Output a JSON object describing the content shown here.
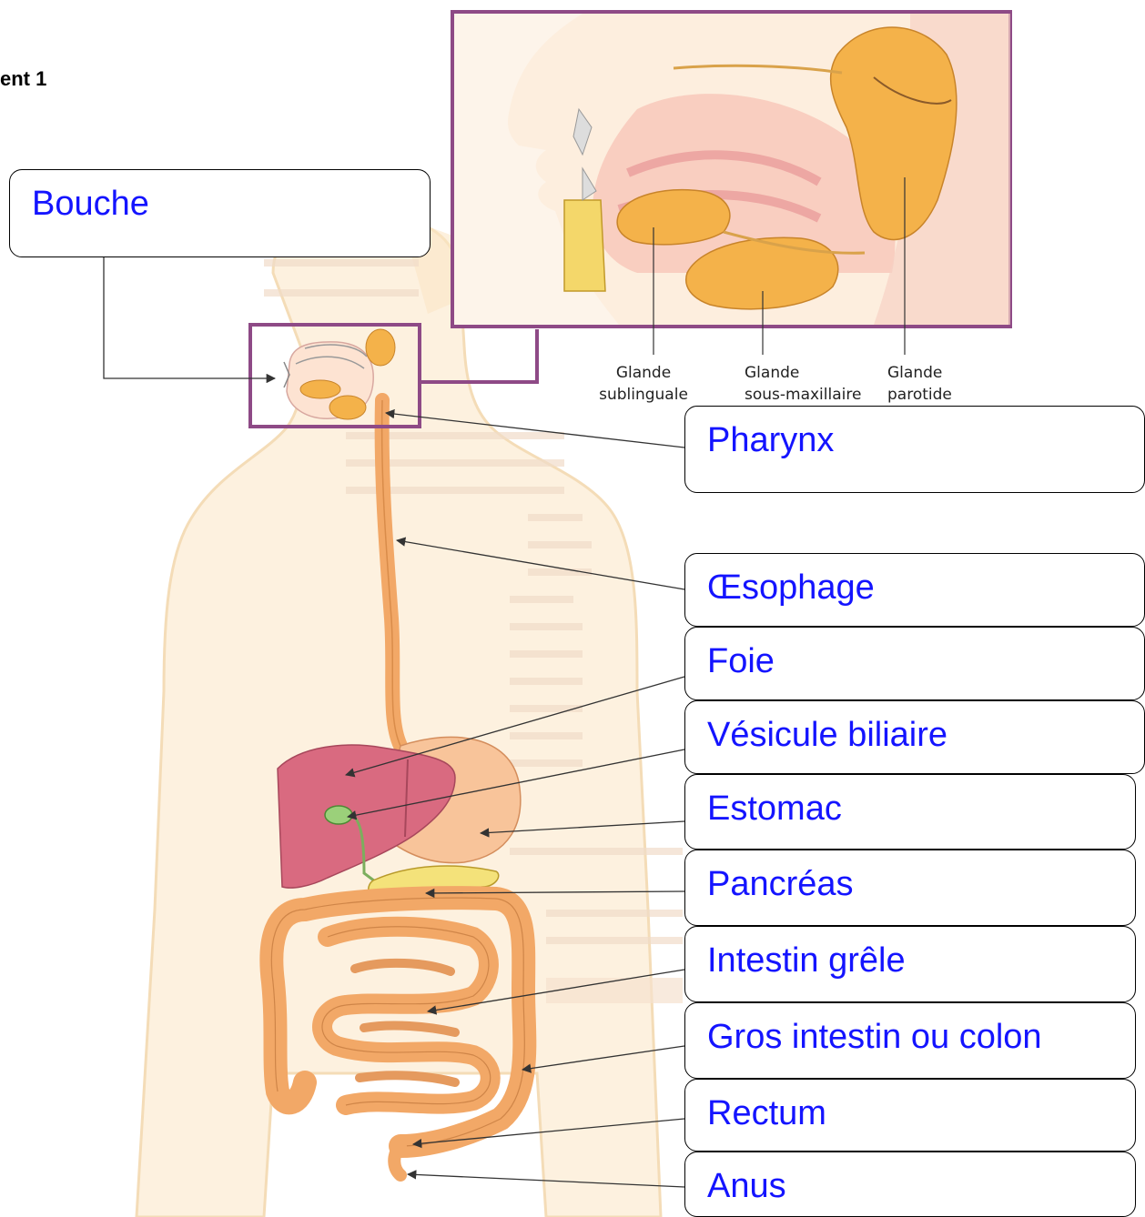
{
  "document_title": "ent 1",
  "labels": {
    "bouche": "Bouche",
    "pharynx": "Pharynx",
    "oesophage": "Œsophage",
    "foie": "Foie",
    "vesicule": "Vésicule biliaire",
    "estomac": "Estomac",
    "pancreas": "Pancréas",
    "intestin_grele": "Intestin grêle",
    "gros_intestin": "Gros intestin ou colon",
    "rectum": "Rectum",
    "anus": "Anus"
  },
  "glands": {
    "sublinguale": "Glande\nsublinguale",
    "sous_maxillaire": "Glande\nsous-maxillaire",
    "parotide": "Glande\nparotide"
  },
  "colors": {
    "label_text": "#1414ff",
    "frame": "#8e4a86",
    "body_skin": "#fbe6c2",
    "tract": "#f2a867",
    "liver": "#d96a80",
    "gland": "#f4b24a"
  }
}
